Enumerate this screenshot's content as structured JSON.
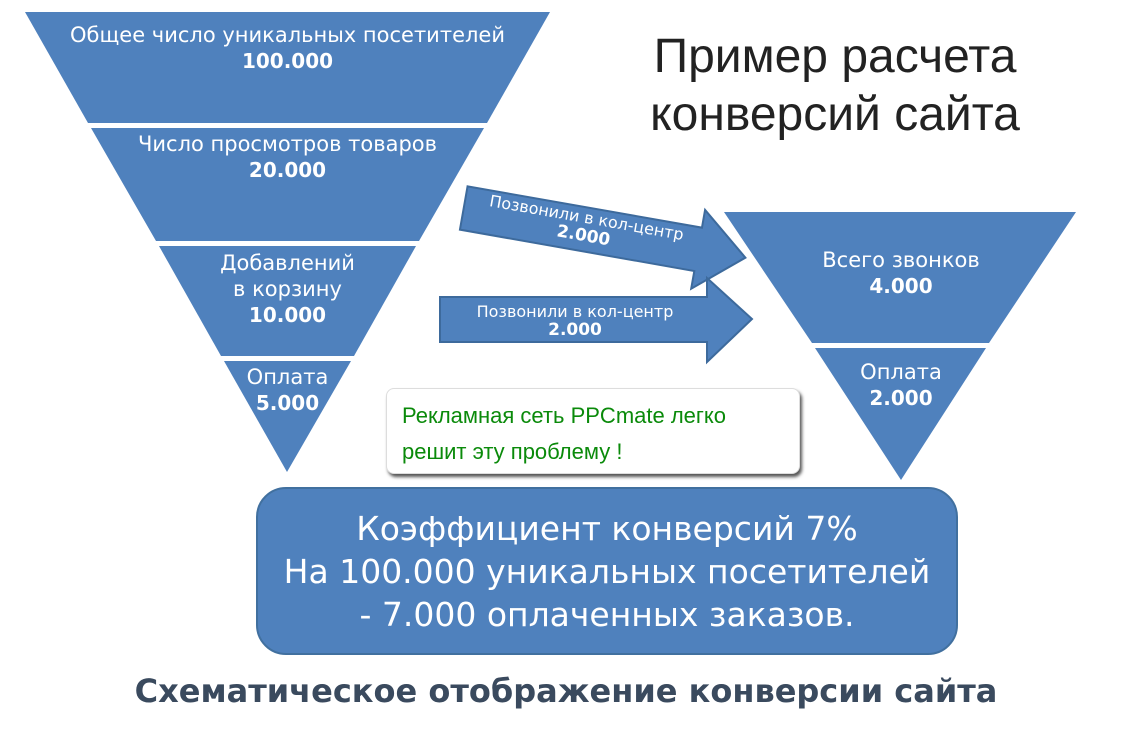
{
  "title": {
    "line1": "Пример расчета",
    "line2": "конверсий сайта"
  },
  "colors": {
    "funnel": "#4f81bd",
    "note_text": "#0a8a0a",
    "caption": "#3a4a5e"
  },
  "left_funnel": [
    {
      "label": "Общее число уникальных посетителей",
      "value": "100.000"
    },
    {
      "label": "Число просмотров товаров",
      "value": "20.000"
    },
    {
      "label_line1": "Добавлений",
      "label_line2": "в корзину",
      "value": "10.000"
    },
    {
      "label": "Оплата",
      "value": "5.000"
    }
  ],
  "arrows": [
    {
      "label": "Позвонили в кол-центр",
      "value": "2.000"
    },
    {
      "label": "Позвонили в кол-центр",
      "value": "2.000"
    }
  ],
  "right_funnel": [
    {
      "label": "Всего звонков",
      "value": "4.000"
    },
    {
      "label": "Оплата",
      "value": "2.000"
    }
  ],
  "note": {
    "line1": "Рекламная сеть PPCmate легко",
    "line2": "решит эту проблему !"
  },
  "summary": {
    "line1": "Коэффициент конверсий 7%",
    "line2": "На 100.000 уникальных посетителей",
    "line3": "- 7.000 оплаченных заказов."
  },
  "caption": "Схематическое отображение конверсии сайта"
}
